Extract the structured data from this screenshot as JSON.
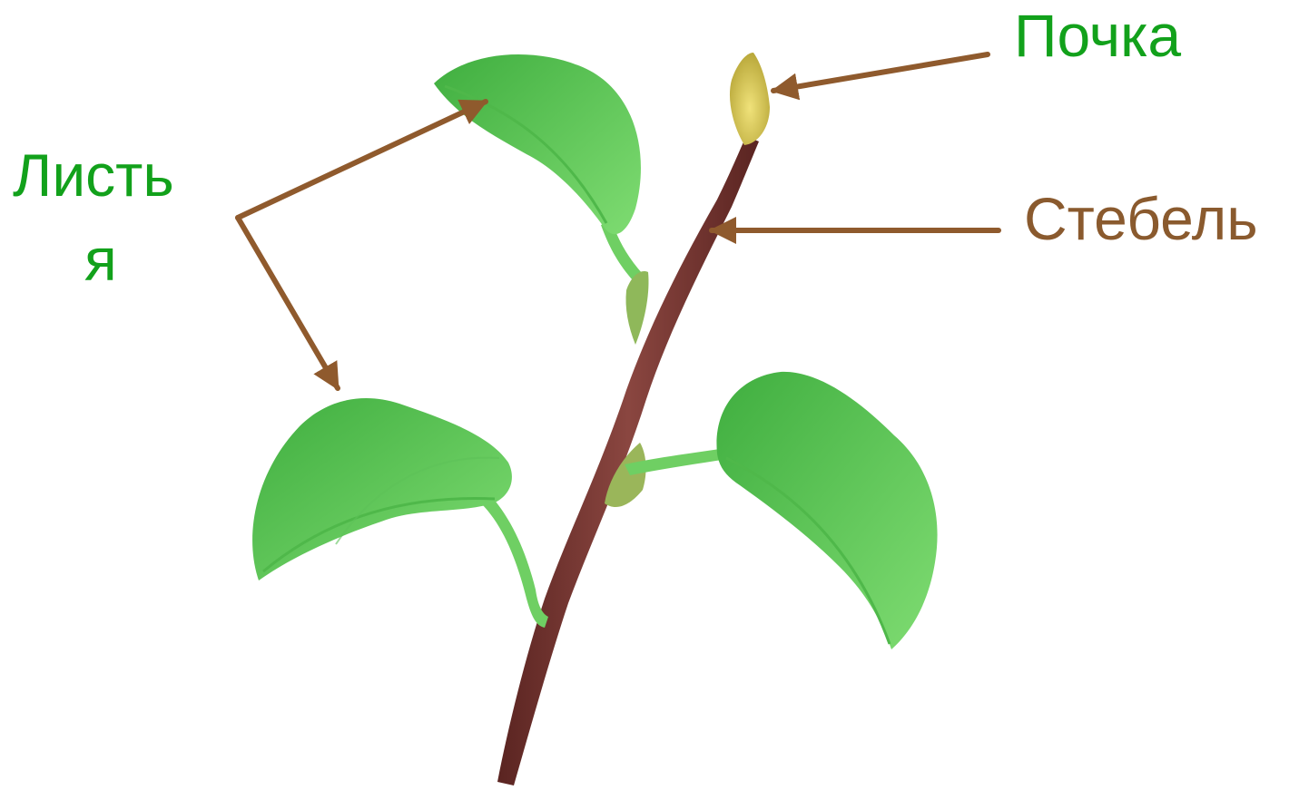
{
  "labels": {
    "leaves_line1": "Листь",
    "leaves_line2": "я",
    "bud": "Почка",
    "stem": "Стебель"
  },
  "colors": {
    "leaf_label": "#12a11b",
    "bud_label": "#12a11b",
    "stem_label": "#8a5a2e",
    "arrow": "#8f5a2d",
    "leaf_light": "#6ad060",
    "leaf_dark": "#3aa83a",
    "stem": "#6e2f2a",
    "bud": "#d6c64a"
  }
}
